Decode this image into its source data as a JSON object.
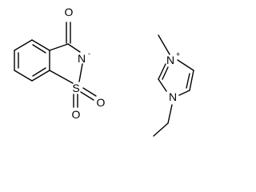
{
  "molecules": [
    {
      "role": "anion",
      "atoms": [
        {
          "symbol": "O",
          "charge": ""
        },
        {
          "symbol": "N",
          "charge": "-"
        },
        {
          "symbol": "S",
          "charge": ""
        },
        {
          "symbol": "O",
          "charge": ""
        },
        {
          "symbol": "O",
          "charge": ""
        }
      ]
    },
    {
      "role": "cation",
      "atoms": [
        {
          "symbol": "N",
          "charge": "+"
        },
        {
          "symbol": "N",
          "charge": ""
        }
      ]
    }
  ],
  "colors": {
    "bond": "#000000",
    "label": "#000000",
    "background": "#ffffff"
  }
}
